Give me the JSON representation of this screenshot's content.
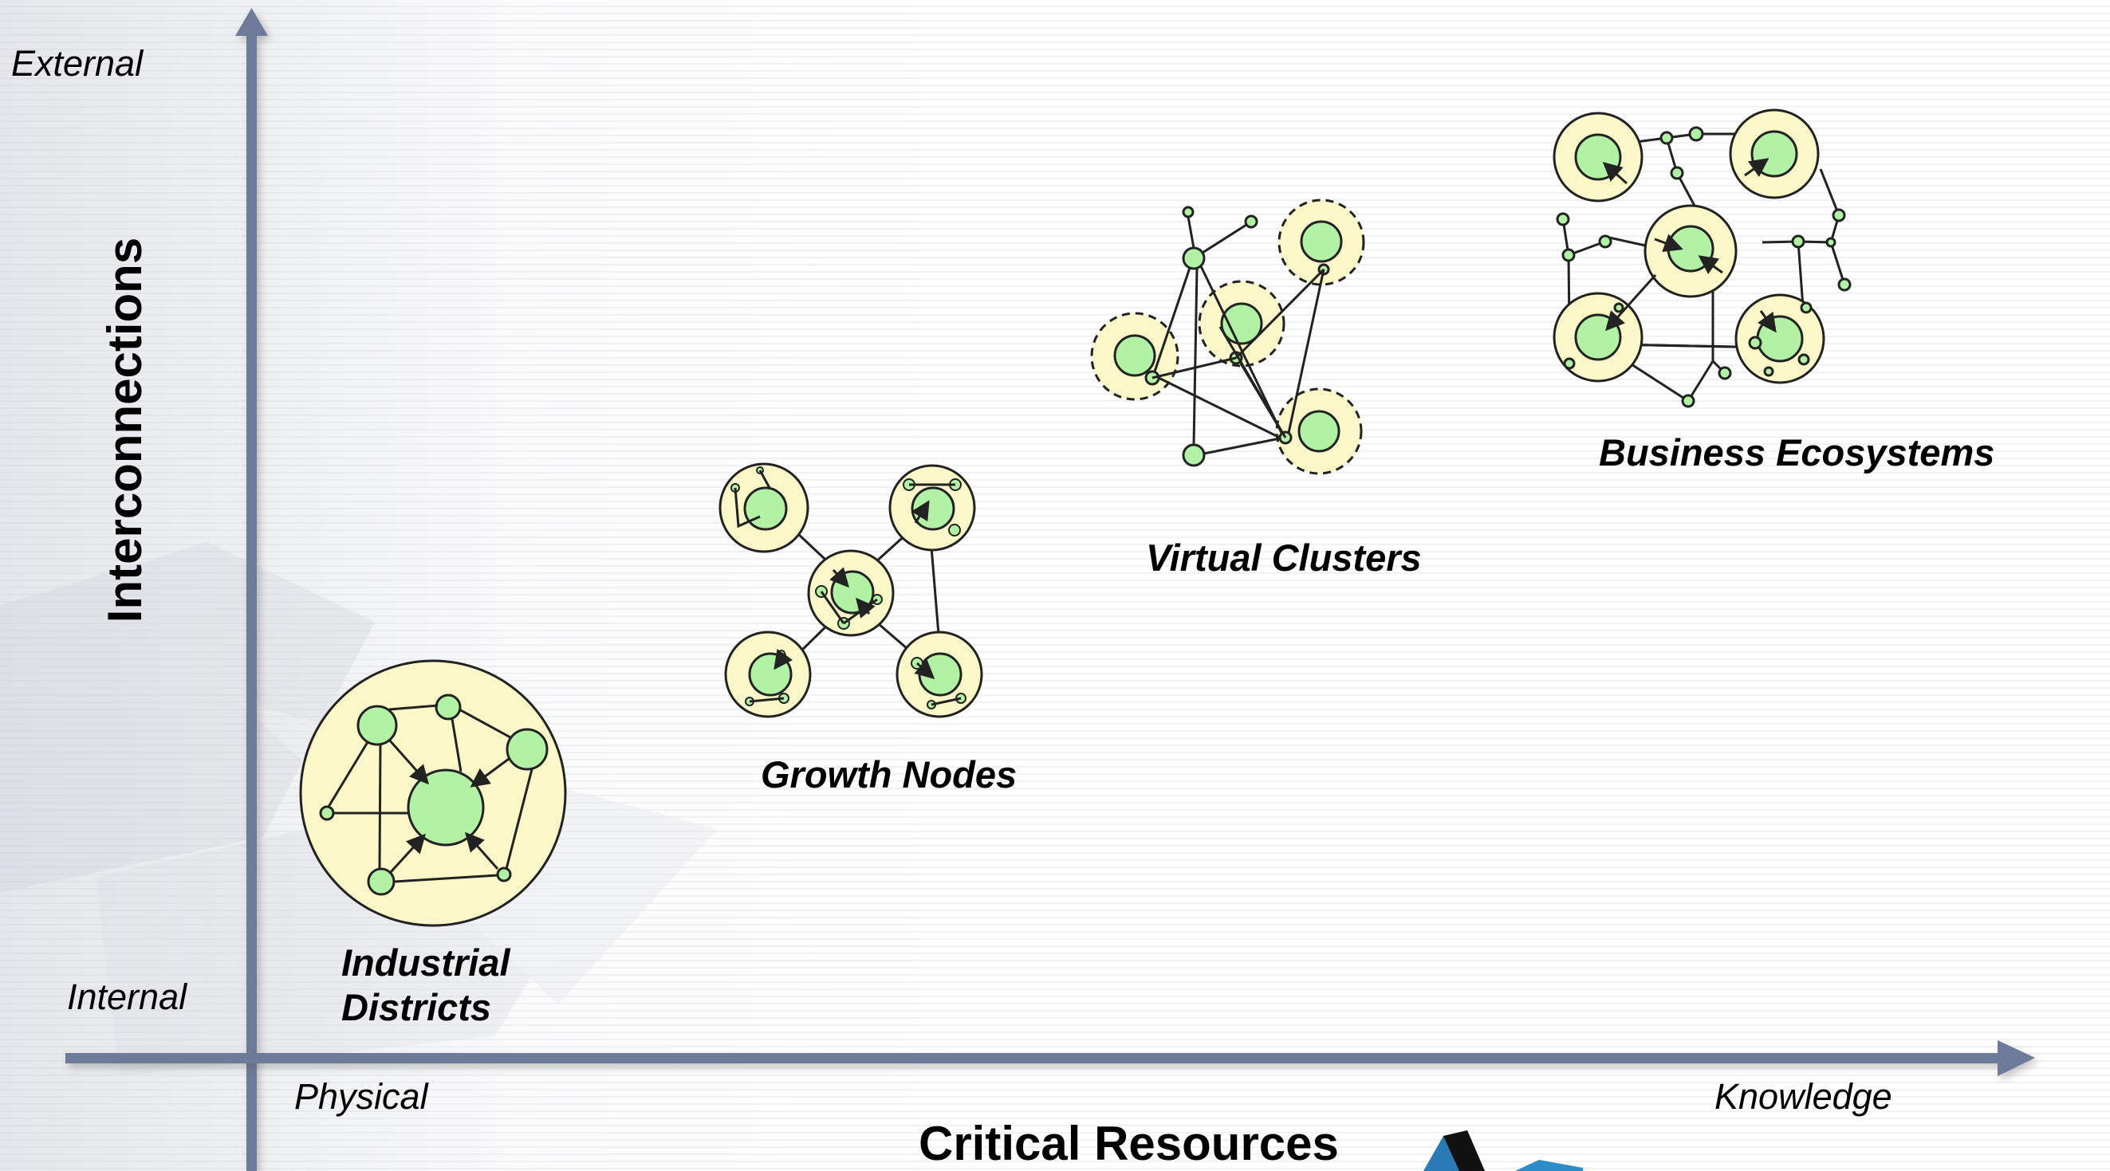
{
  "axes": {
    "y_title": "Interconnections",
    "y_top": "External",
    "y_bottom": "Internal",
    "x_title": "Critical Resources",
    "x_left": "Physical",
    "x_right": "Knowledge",
    "color": "#6e7a99"
  },
  "clusters": [
    {
      "label": "Industrial Districts"
    },
    {
      "label": "Growth Nodes"
    },
    {
      "label": "Virtual Clusters"
    },
    {
      "label": "Business Ecosystems"
    }
  ],
  "colors": {
    "outer_fill": "#fbf7c8",
    "node_fill": "#b2f2a5",
    "stroke": "#222222"
  }
}
